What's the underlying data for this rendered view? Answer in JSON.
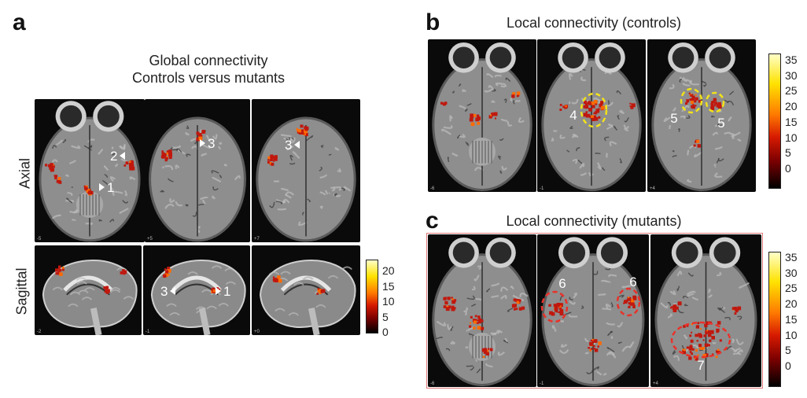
{
  "panels": {
    "a": {
      "letter": "a",
      "title_line1": "Global connectivity",
      "title_line2": "Controls versus mutants",
      "row_labels": [
        "Axial",
        "Sagittal"
      ],
      "axial_slices": [
        "-5",
        "+5",
        "+7"
      ],
      "sagittal_slices": [
        "-2",
        "-1",
        "+0"
      ],
      "annotations": {
        "axial_1": "1",
        "axial_2": "2",
        "axial_3a": "3",
        "axial_3b": "3",
        "sag_3": "3",
        "sag_1": "1"
      },
      "colorbar_ticks": [
        "20",
        "15",
        "10",
        "5",
        "0"
      ]
    },
    "b": {
      "letter": "b",
      "title": "Local connectivity (controls)",
      "slices": [
        "-6",
        "-1",
        "+4"
      ],
      "annotations": {
        "a4": "4",
        "a5a": "5",
        "a5b": "5"
      },
      "colorbar_ticks": [
        "35",
        "30",
        "25",
        "20",
        "15",
        "10",
        "5",
        "0"
      ]
    },
    "c": {
      "letter": "c",
      "title": "Local connectivity (mutants)",
      "slices": [
        "-6",
        "-1",
        "+4"
      ],
      "annotations": {
        "a6a": "6",
        "a6b": "6",
        "a7": "7"
      },
      "colorbar_ticks": [
        "35",
        "30",
        "25",
        "20",
        "15",
        "10",
        "5",
        "0"
      ]
    }
  },
  "colors": {
    "blob": "#c0180e",
    "blob_hot": "#ff6a00",
    "circle_controls": "#f2e21a",
    "circle_mutants": "#e8322a"
  }
}
